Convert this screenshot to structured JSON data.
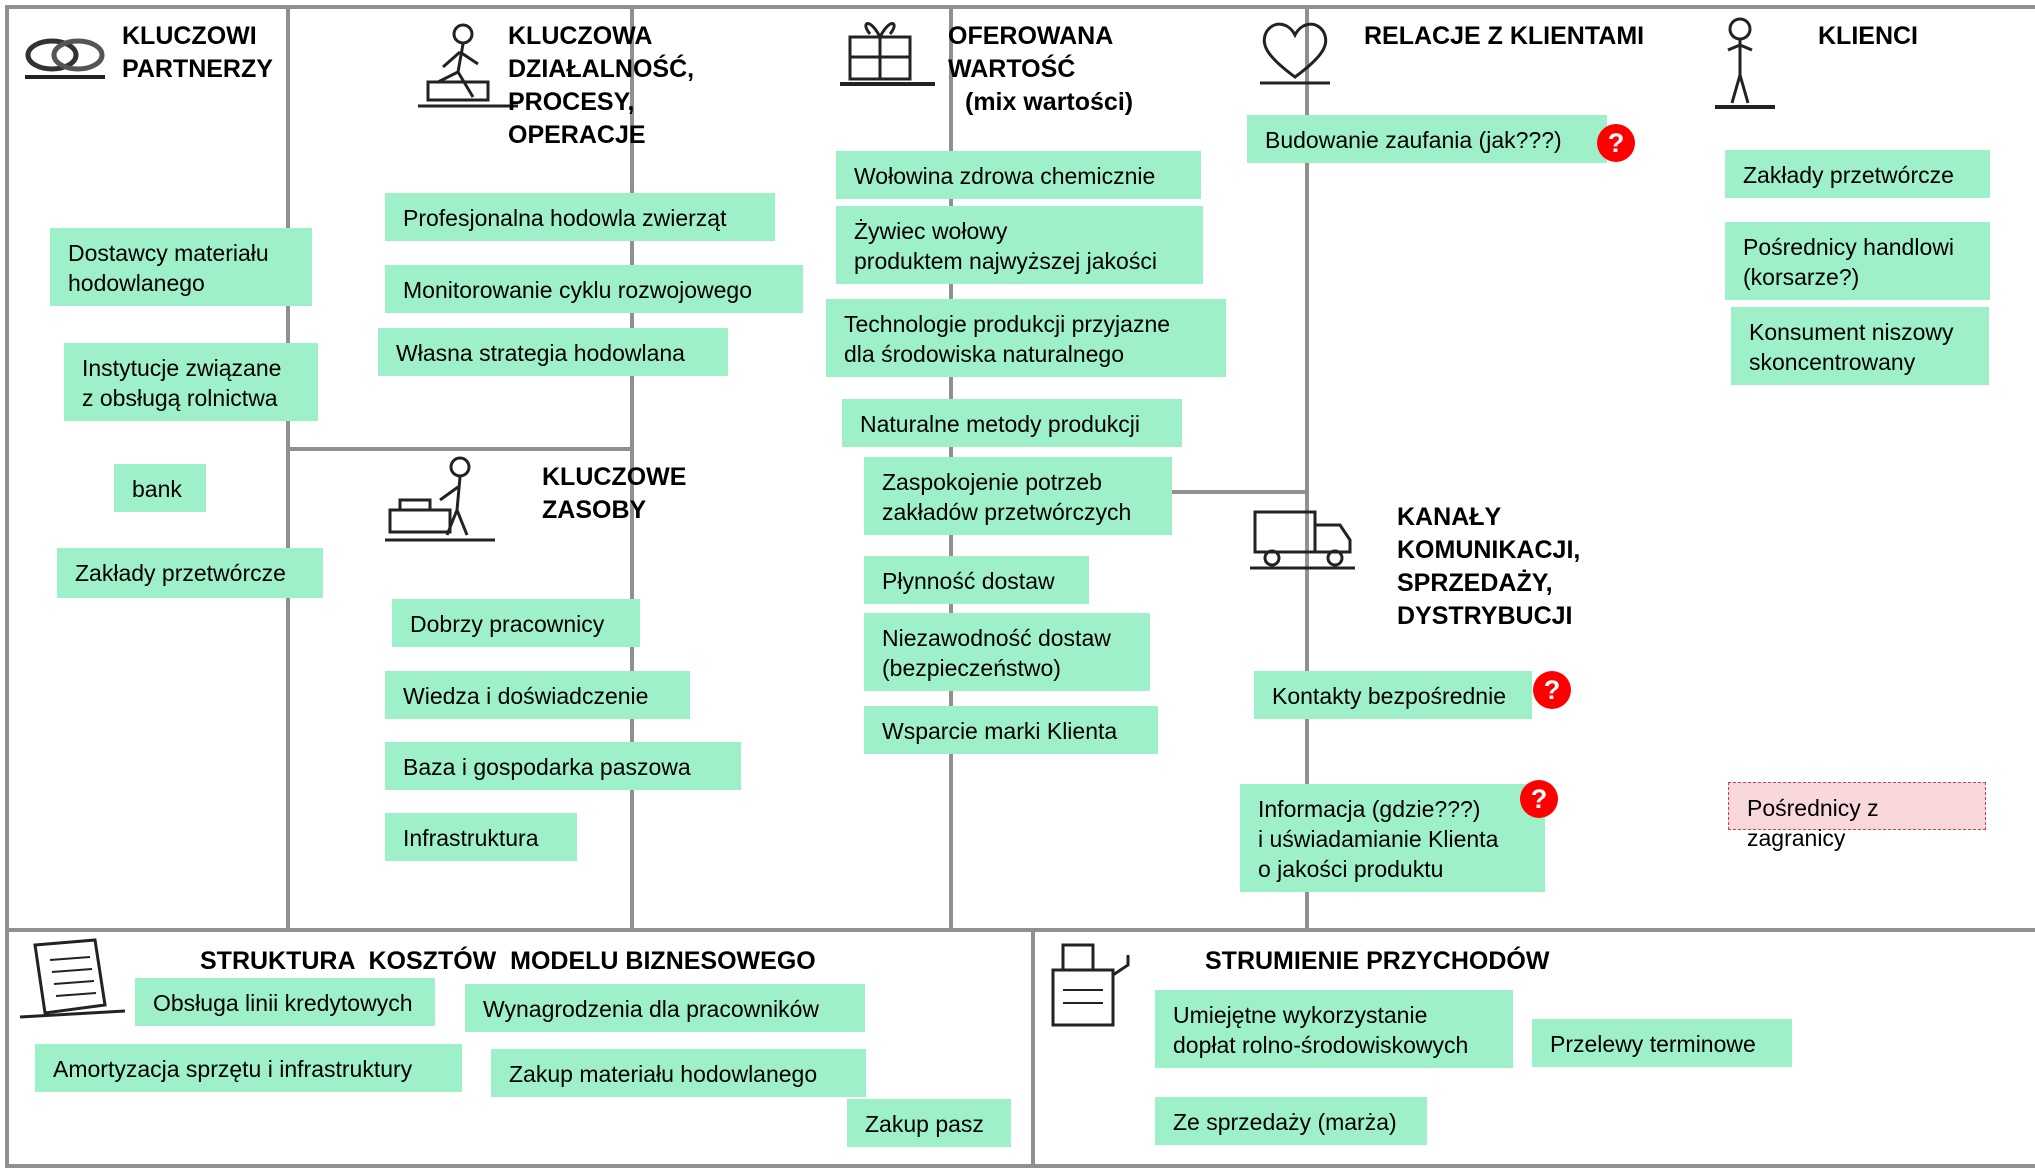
{
  "partners": {
    "title": "KLUCZOWI\nPARTNERZY",
    "items": [
      "Dostawcy materiału\nhodowlanego",
      "Instytucje związane\nz obsługą rolnictwa",
      "bank",
      "Zakłady przetwórcze"
    ]
  },
  "activities": {
    "title": "KLUCZOWA\nDZIAŁALNOŚĆ,\nPROCESY,\nOPERACJE",
    "items": [
      "Profesjonalna hodowla zwierząt",
      "Monitorowanie cyklu rozwojowego",
      "Własna strategia hodowlana"
    ]
  },
  "resources": {
    "title": "KLUCZOWE\nZASOBY",
    "items": [
      "Dobrzy pracownicy",
      "Wiedza i doświadczenie",
      "Baza i gospodarka paszowa",
      "Infrastruktura"
    ]
  },
  "value": {
    "title": "OFEROWANA\nWARTOŚĆ",
    "subtitle": "(mix wartości)",
    "items": [
      "Wołowina zdrowa chemicznie",
      "Żywiec wołowy\nproduktem najwyższej jakości",
      "Technologie produkcji przyjazne\ndla środowiska naturalnego",
      "Naturalne metody produkcji",
      "Zaspokojenie potrzeb\nzakładów przetwórczych",
      "Płynność dostaw",
      "Niezawodność dostaw\n(bezpieczeństwo)",
      "Wsparcie marki Klienta"
    ]
  },
  "relations": {
    "title": "RELACJE Z KLIENTAMI",
    "items": [
      "Budowanie zaufania (jak???)"
    ]
  },
  "channels": {
    "title": "KANAŁY\nKOMUNIKACJI,\nSPRZEDAŻY,\nDYSTRYBUCJI",
    "items": [
      "Kontakty bezpośrednie",
      "Informacja (gdzie???)\ni uświadamianie Klienta\no jakości produktu"
    ]
  },
  "clients": {
    "title": "KLIENCI",
    "items": [
      "Zakłady przetwórcze",
      "Pośrednicy handlowi\n(korsarze?)",
      "Konsument niszowy\nskoncentrowany"
    ],
    "pink_item": "Pośrednicy z zagranicy"
  },
  "costs": {
    "title": "STRUKTURA  KOSZTÓW  MODELU BIZNESOWEGO",
    "items": [
      "Obsługa linii kredytowych",
      "Wynagrodzenia dla pracowników",
      "Amortyzacja sprzętu i infrastruktury",
      "Zakup materiału hodowlanego",
      "Zakup pasz"
    ]
  },
  "revenue": {
    "title": "STRUMIENIE PRZYCHODÓW",
    "items": [
      "Umiejętne wykorzystanie\ndopłat rolno-środowiskowych",
      "Przelewy terminowe",
      "Ze sprzedaży (marża)"
    ]
  },
  "question_mark": "?",
  "colors": {
    "note_green": "#9ef0c8",
    "note_pink": "#f8d8da",
    "question_red": "#ff0000",
    "border": "#909090"
  }
}
